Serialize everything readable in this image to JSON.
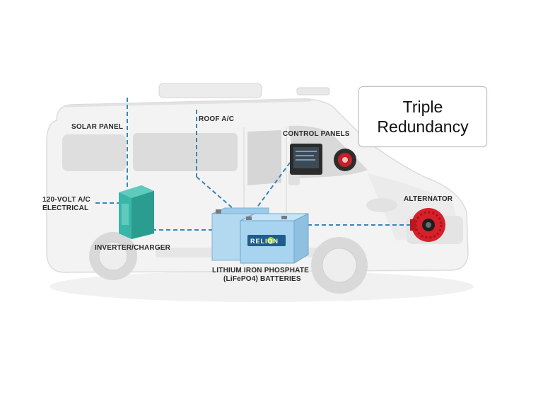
{
  "callout": {
    "line1": "Triple",
    "line2": "Redundancy"
  },
  "labels": {
    "solar_panel": "SOLAR PANEL",
    "roof_ac": "ROOF A/C",
    "control_panels": "CONTROL PANELS",
    "ac_electrical_line1": "120-VOLT A/C",
    "ac_electrical_line2": "ELECTRICAL",
    "alternator": "ALTERNATOR",
    "inverter_charger": "INVERTER/CHARGER",
    "batteries_line1": "LITHIUM IRON PHOSPHATE",
    "batteries_line2": "(LiFePO4) BATTERIES"
  },
  "battery_brand": "RELION",
  "colors": {
    "connector": "#3a86b8",
    "battery": "#a9d4ef",
    "inverter": "#39b6a8",
    "alternator": "#d8202a",
    "van_body": "#f2f2f2"
  },
  "icons": [
    "van-icon",
    "battery-icon",
    "inverter-icon",
    "alternator-icon",
    "control-panel-icon"
  ]
}
